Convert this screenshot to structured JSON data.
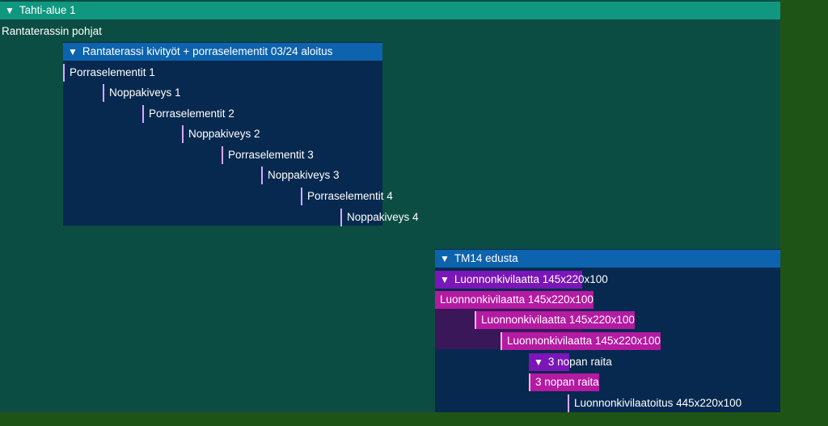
{
  "root": {
    "label": "Tahti-alue 1"
  },
  "summary": {
    "label": "Rantaterassin pohjat"
  },
  "group1": {
    "label": "Rantaterassi kivityöt + porraselementit 03/24 aloitus",
    "tasks": [
      "Porraselementit 1",
      "Noppakiveys 1",
      "Porraselementit 2",
      "Noppakiveys 2",
      "Porraselementit 3",
      "Noppakiveys 3",
      "Porraselementit 4",
      "Noppakiveys 4"
    ]
  },
  "group2": {
    "label": "TM14 edusta",
    "subgroup": {
      "label": "Luonnonkivilaatta 145x220x100"
    },
    "tasks": [
      "Luonnonkivilaatta 145x220x100",
      "Luonnonkivilaatta 145x220x100",
      "Luonnonkivilaatta 145x220x100"
    ],
    "subgroup2": {
      "label": "3 nopan raita"
    },
    "task_raita": "3 nopan raita",
    "task_last": "Luonnonkivilaatoitus 445x220x100"
  },
  "colors": {
    "background_outer": "#1f5417",
    "canvas": "#0c4d43",
    "root_bar": "#10977f",
    "group_header": "#0d63ad",
    "group_panel": "#07294f",
    "task_violet": "#7b16b8",
    "task_magenta": "#b41aa2"
  },
  "icons": {
    "expand": "caret-down-icon"
  }
}
